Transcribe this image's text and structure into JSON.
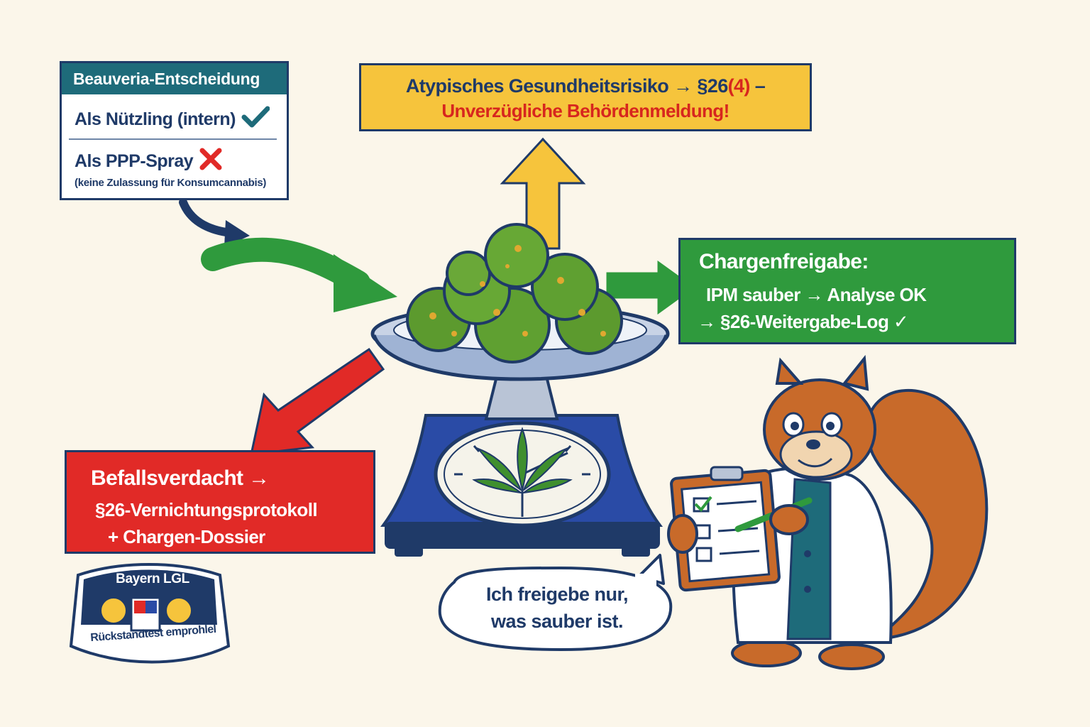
{
  "beauveria": {
    "title": "Beauveria-Entscheidung",
    "option_internal": "Als Nützling (intern)",
    "option_spray": "Als PPP-Spray",
    "spray_note": "(keine Zulassung für Konsumcannabis)"
  },
  "alert": {
    "line1_prefix": "Atypisches Gesundheitsrisiko → §26",
    "line1_highlight": "(4)",
    "line1_suffix": " –",
    "line2": "Unverzügliche Behördenmeldung!"
  },
  "release": {
    "title": "Chargenfreigabe:",
    "line1": "IPM sauber → Analyse OK",
    "line2": "→ §26-Weitergabe-Log ✓"
  },
  "suspicion": {
    "title": "Befallsverdacht →",
    "line1": "§26-Vernichtungsprotokoll",
    "line2": "+ Chargen-Dossier"
  },
  "badge": {
    "top": "Bayern LGL",
    "bottom": "Rückstandtest emprohlel"
  },
  "speech": {
    "line1": "Ich freigebe nur,",
    "line2": "was sauber ist."
  },
  "colors": {
    "navy": "#1f3a68",
    "teal": "#1e6b7a",
    "yellow": "#f6c43c",
    "green": "#2f9a3d",
    "red": "#e12a27",
    "background": "#fbf6ea"
  },
  "icons": [
    "checkmark-icon",
    "cross-icon",
    "up-arrow-icon",
    "right-arrow-icon",
    "down-left-arrow-icon",
    "scale-icon",
    "cannabis-leaf-icon",
    "squirrel-scientist",
    "clipboard-icon",
    "lion-crest-icon"
  ]
}
